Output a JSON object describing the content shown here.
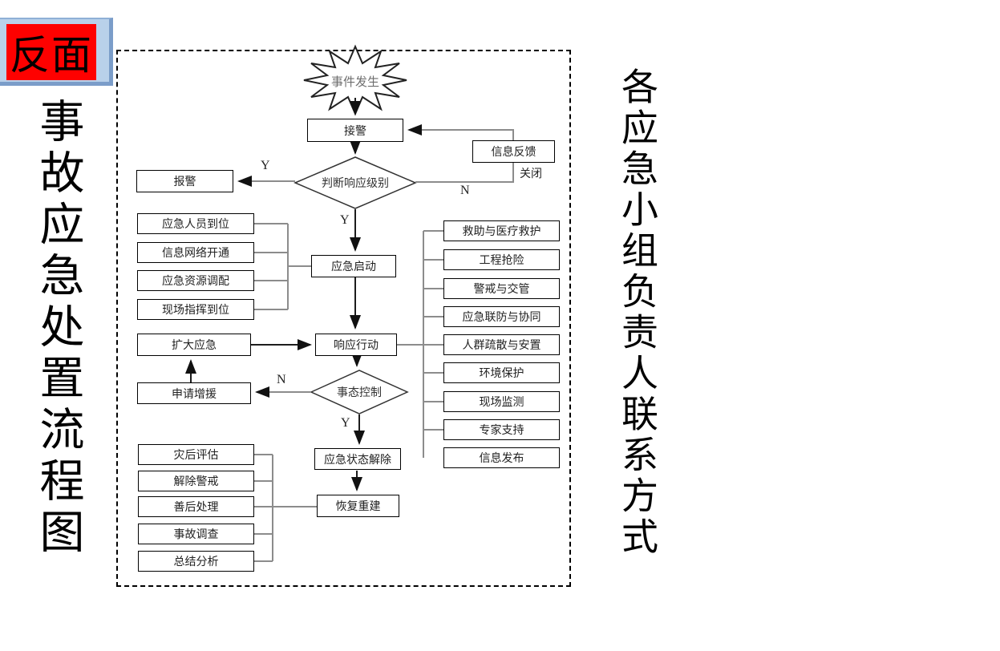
{
  "badge": {
    "label": "反面"
  },
  "left_title": "事故应急处置流程图",
  "right_title": "各应急小组负责人联系方式",
  "colors": {
    "badge_bg": "#fe0100",
    "band_bg": "#b9d1ea",
    "band_border": "#7b9dc9",
    "connector_gray": "#8c8c8c",
    "arrow_dark": "#1d1d1d"
  },
  "flow": {
    "event": "事件发生",
    "receive": "接警",
    "feedback": "信息反馈",
    "close": "关闭",
    "judge": "判断响应级别",
    "report": "报警",
    "start": "应急启动",
    "prep": [
      "应急人员到位",
      "信息网络开通",
      "应急资源调配",
      "现场指挥到位"
    ],
    "respond": "响应行动",
    "expand": "扩大应急",
    "control": "事态控制",
    "reinforce": "申请增援",
    "release": "应急状态解除",
    "recover": "恢复重建",
    "post": [
      "灾后评估",
      "解除警戒",
      "善后处理",
      "事故调查",
      "总结分析"
    ],
    "actions": [
      "救助与医疗救护",
      "工程抢险",
      "警戒与交管",
      "应急联防与协同",
      "人群疏散与安置",
      "环境保护",
      "现场监测",
      "专家支持",
      "信息发布"
    ],
    "yes": "Y",
    "no": "N"
  }
}
